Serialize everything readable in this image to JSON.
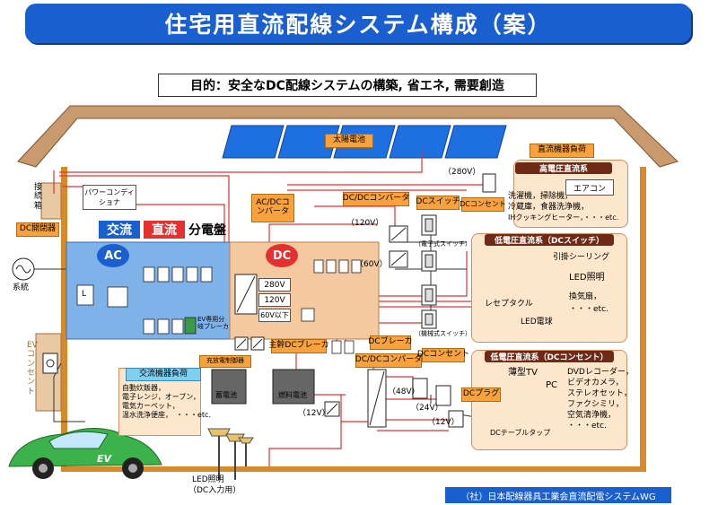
{
  "title": "住宅用直流配線システム構成（案）",
  "purpose": "目的：安全なDC配線システムの構築, 省エネ, 需要創造",
  "solar": "太陽電池",
  "dc_load": "直流機器負荷",
  "high_voltage": {
    "header": "高電圧直流系",
    "aircon": "エアコン",
    "items": [
      "洗濯機，掃除機，",
      "冷蔵庫，食器洗浄機，",
      "IHクッキングヒーター，・・・etc."
    ]
  },
  "low_voltage_switch": {
    "header": "低電圧直流系（DCスイッチ）",
    "ceiling": "引掛シーリング",
    "led": "LED照明",
    "vent": "換気扇，",
    "etc": "・・・etc.",
    "receptacle": "レセプタクル",
    "bulb": "LED電球"
  },
  "low_voltage_outlet": {
    "header": "低電圧直流系（DCコンセント）",
    "tv": "薄型TV",
    "pc": "PC",
    "items": [
      "DVDレコーダー，",
      "ビデオカメラ，",
      "ステレオセット，",
      "ファクシミリ，",
      "空気清浄機，",
      "・・・etc."
    ],
    "tap": "DCテーブルタップ"
  },
  "junction_box": "接続箱",
  "dc_switchgear": "DC開閉器",
  "power_conditioner": "パワーコンディショナ",
  "ac_label": "交流",
  "dc_label": "直流",
  "panel_label": "分電盤",
  "ac": "AC",
  "dc": "DC",
  "grid": "系統",
  "l_box": "L",
  "acdc_converter": "AC/DCコンバータ",
  "v280": "280V",
  "v120": "120V",
  "v60": "60V以下",
  "ev_breaker": "EV専用分岐ブレーカ",
  "charge_controller": "充放電制御器",
  "main_dc_breaker": "主幹DCブレーカ",
  "dc_breaker": "DCブレーカ",
  "dcdc_converter_top": "DC/DCコンバータ",
  "dcdc_converter_bottom": "DC/DCコンバータ",
  "dc_switch": "DCスイッチ",
  "dc_outlet_top": "DCコンセント",
  "dc_outlet_mid": "DCコンセント",
  "dc_plug": "DCプラグ",
  "label_280": "（280V）",
  "label_120": "（120V）",
  "label_60": "（60V）",
  "label_48": "（48V）",
  "label_24": "（24V）",
  "label_12a": "（12V）",
  "label_12b": "（12V）",
  "electronic_switch": "（電子式スイッチ）",
  "mechanical_switch": "（機械式スイッチ）",
  "ac_load": {
    "header": "交流機器負荷",
    "items": [
      "自動炊飯器，",
      "電子レンジ，オーブン，",
      "電気カーペット，",
      "温水洗浄便座，　・・・etc."
    ]
  },
  "storage_battery": "蓄電池",
  "fuel_cell": "燃料電池",
  "ev_outlet": "EVコンセント",
  "ev": "EV",
  "led_lighting": "LED照明",
  "led_lighting_sub": "（DC入力用）",
  "footer": "（社）日本配線器具工業会直流配電システムWG",
  "colors": {
    "title_bg": "#1a5fd0",
    "orange": "#f7a23c",
    "brown": "#6e2a16",
    "ac_panel": "#7fb2e8",
    "dc_panel": "#f4c9a0",
    "house": "#c99a6e",
    "wall": "#d78a2a"
  }
}
